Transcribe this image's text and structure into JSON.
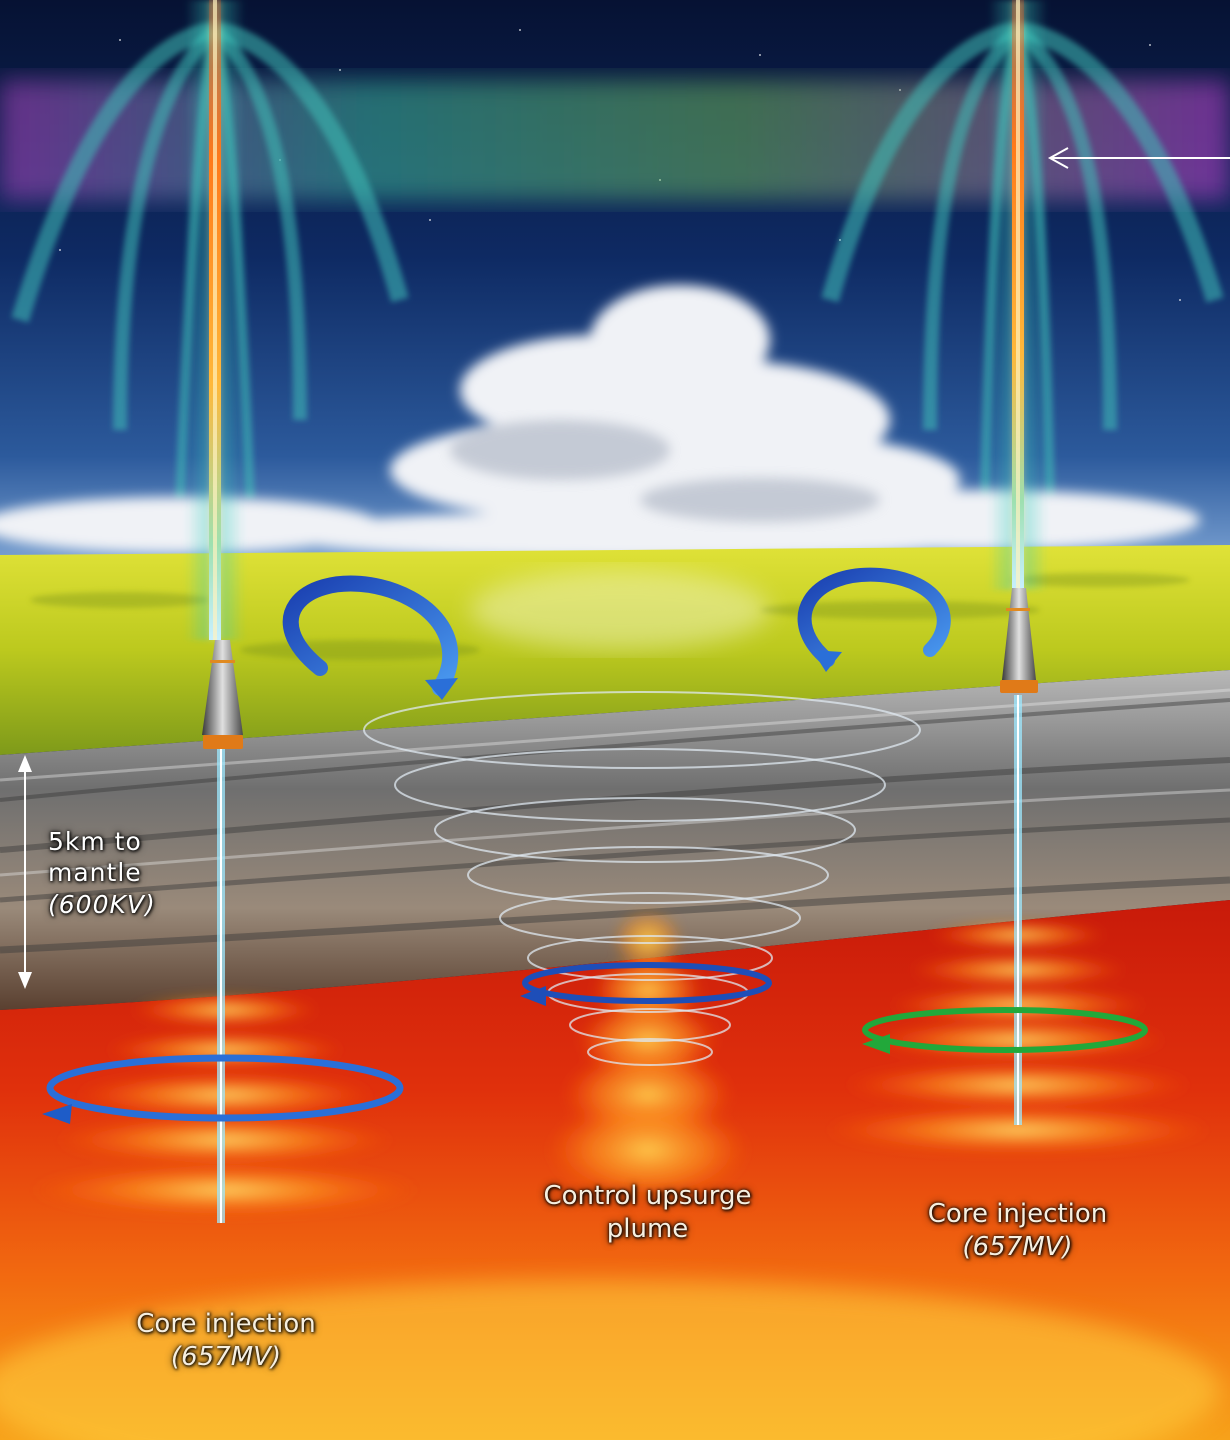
{
  "labels": {
    "depth": {
      "line1": "5km to",
      "line2": "mantle",
      "line3": "(600KV)"
    },
    "core_left": {
      "line1": "Core injection",
      "line2": "(657MV)"
    },
    "plume": {
      "line1": "Control upsurge",
      "line2": "plume"
    },
    "core_right": {
      "line1": "Core injection",
      "line2": "(657MV)"
    }
  },
  "colors": {
    "sky_top": "#0b1f4a",
    "sky_horizon": "#3d6fb0",
    "grass": "#c8d21a",
    "rock": "#8a8a8a",
    "magma": "#e0260a",
    "magma_glow": "#ffb020",
    "beam": "#ff7a1a",
    "vortex_blue": "#2a6fd8",
    "vortex_green": "#22a83a",
    "aurora": "#3fb5b0"
  },
  "icons": {
    "depth_arrow": "double-vertical-arrow-icon",
    "pointer_arrow": "left-arrow-icon",
    "tower": "emitter-tower-icon"
  }
}
